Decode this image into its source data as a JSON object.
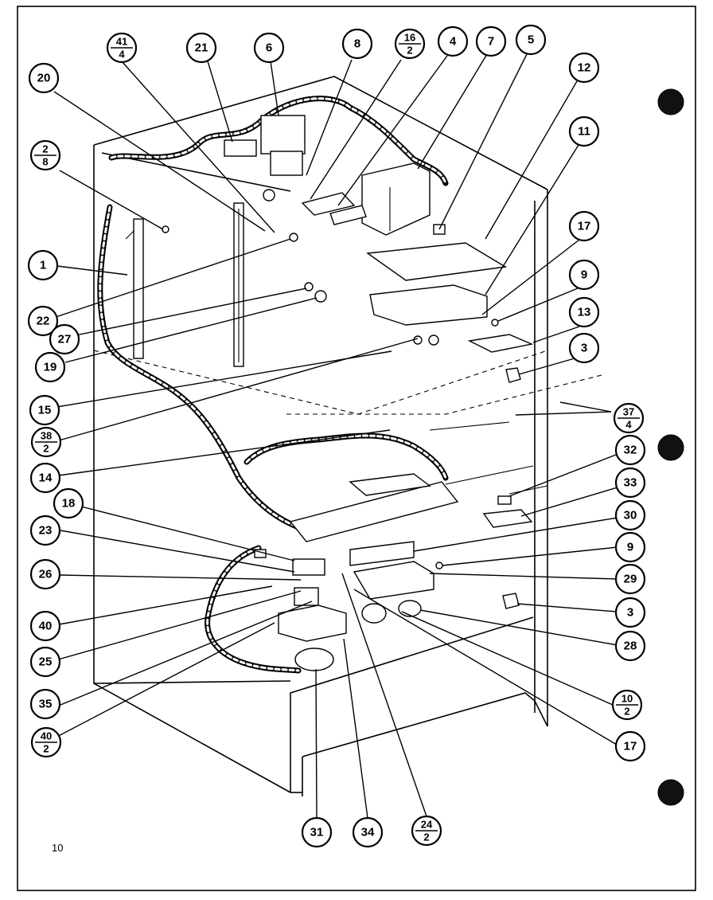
{
  "page_number": "10",
  "callouts": [
    {
      "id": "c-41-4",
      "top": "41",
      "bottom": "4"
    },
    {
      "id": "c-21",
      "label": "21"
    },
    {
      "id": "c-6",
      "label": "6"
    },
    {
      "id": "c-8",
      "label": "8"
    },
    {
      "id": "c-16-2",
      "top": "16",
      "bottom": "2"
    },
    {
      "id": "c-4",
      "label": "4"
    },
    {
      "id": "c-7",
      "label": "7"
    },
    {
      "id": "c-5",
      "label": "5"
    },
    {
      "id": "c-12",
      "label": "12"
    },
    {
      "id": "c-20",
      "label": "20"
    },
    {
      "id": "c-11",
      "label": "11"
    },
    {
      "id": "c-2-8",
      "top": "2",
      "bottom": "8"
    },
    {
      "id": "c-17a",
      "label": "17"
    },
    {
      "id": "c-1",
      "label": "1"
    },
    {
      "id": "c-9a",
      "label": "9"
    },
    {
      "id": "c-13",
      "label": "13"
    },
    {
      "id": "c-22",
      "label": "22"
    },
    {
      "id": "c-27",
      "label": "27"
    },
    {
      "id": "c-3a",
      "label": "3"
    },
    {
      "id": "c-19",
      "label": "19"
    },
    {
      "id": "c-15",
      "label": "15"
    },
    {
      "id": "c-37-4",
      "top": "37",
      "bottom": "4"
    },
    {
      "id": "c-38-2",
      "top": "38",
      "bottom": "2"
    },
    {
      "id": "c-32",
      "label": "32"
    },
    {
      "id": "c-14",
      "label": "14"
    },
    {
      "id": "c-33",
      "label": "33"
    },
    {
      "id": "c-18",
      "label": "18"
    },
    {
      "id": "c-30",
      "label": "30"
    },
    {
      "id": "c-23",
      "label": "23"
    },
    {
      "id": "c-9b",
      "label": "9"
    },
    {
      "id": "c-26",
      "label": "26"
    },
    {
      "id": "c-29",
      "label": "29"
    },
    {
      "id": "c-40",
      "label": "40"
    },
    {
      "id": "c-3b",
      "label": "3"
    },
    {
      "id": "c-25",
      "label": "25"
    },
    {
      "id": "c-28",
      "label": "28"
    },
    {
      "id": "c-35",
      "label": "35"
    },
    {
      "id": "c-10-2",
      "top": "10",
      "bottom": "2"
    },
    {
      "id": "c-40-2",
      "top": "40",
      "bottom": "2"
    },
    {
      "id": "c-17b",
      "label": "17"
    },
    {
      "id": "c-31",
      "label": "31"
    },
    {
      "id": "c-34",
      "label": "34"
    },
    {
      "id": "c-24-2",
      "top": "24",
      "bottom": "2"
    }
  ]
}
